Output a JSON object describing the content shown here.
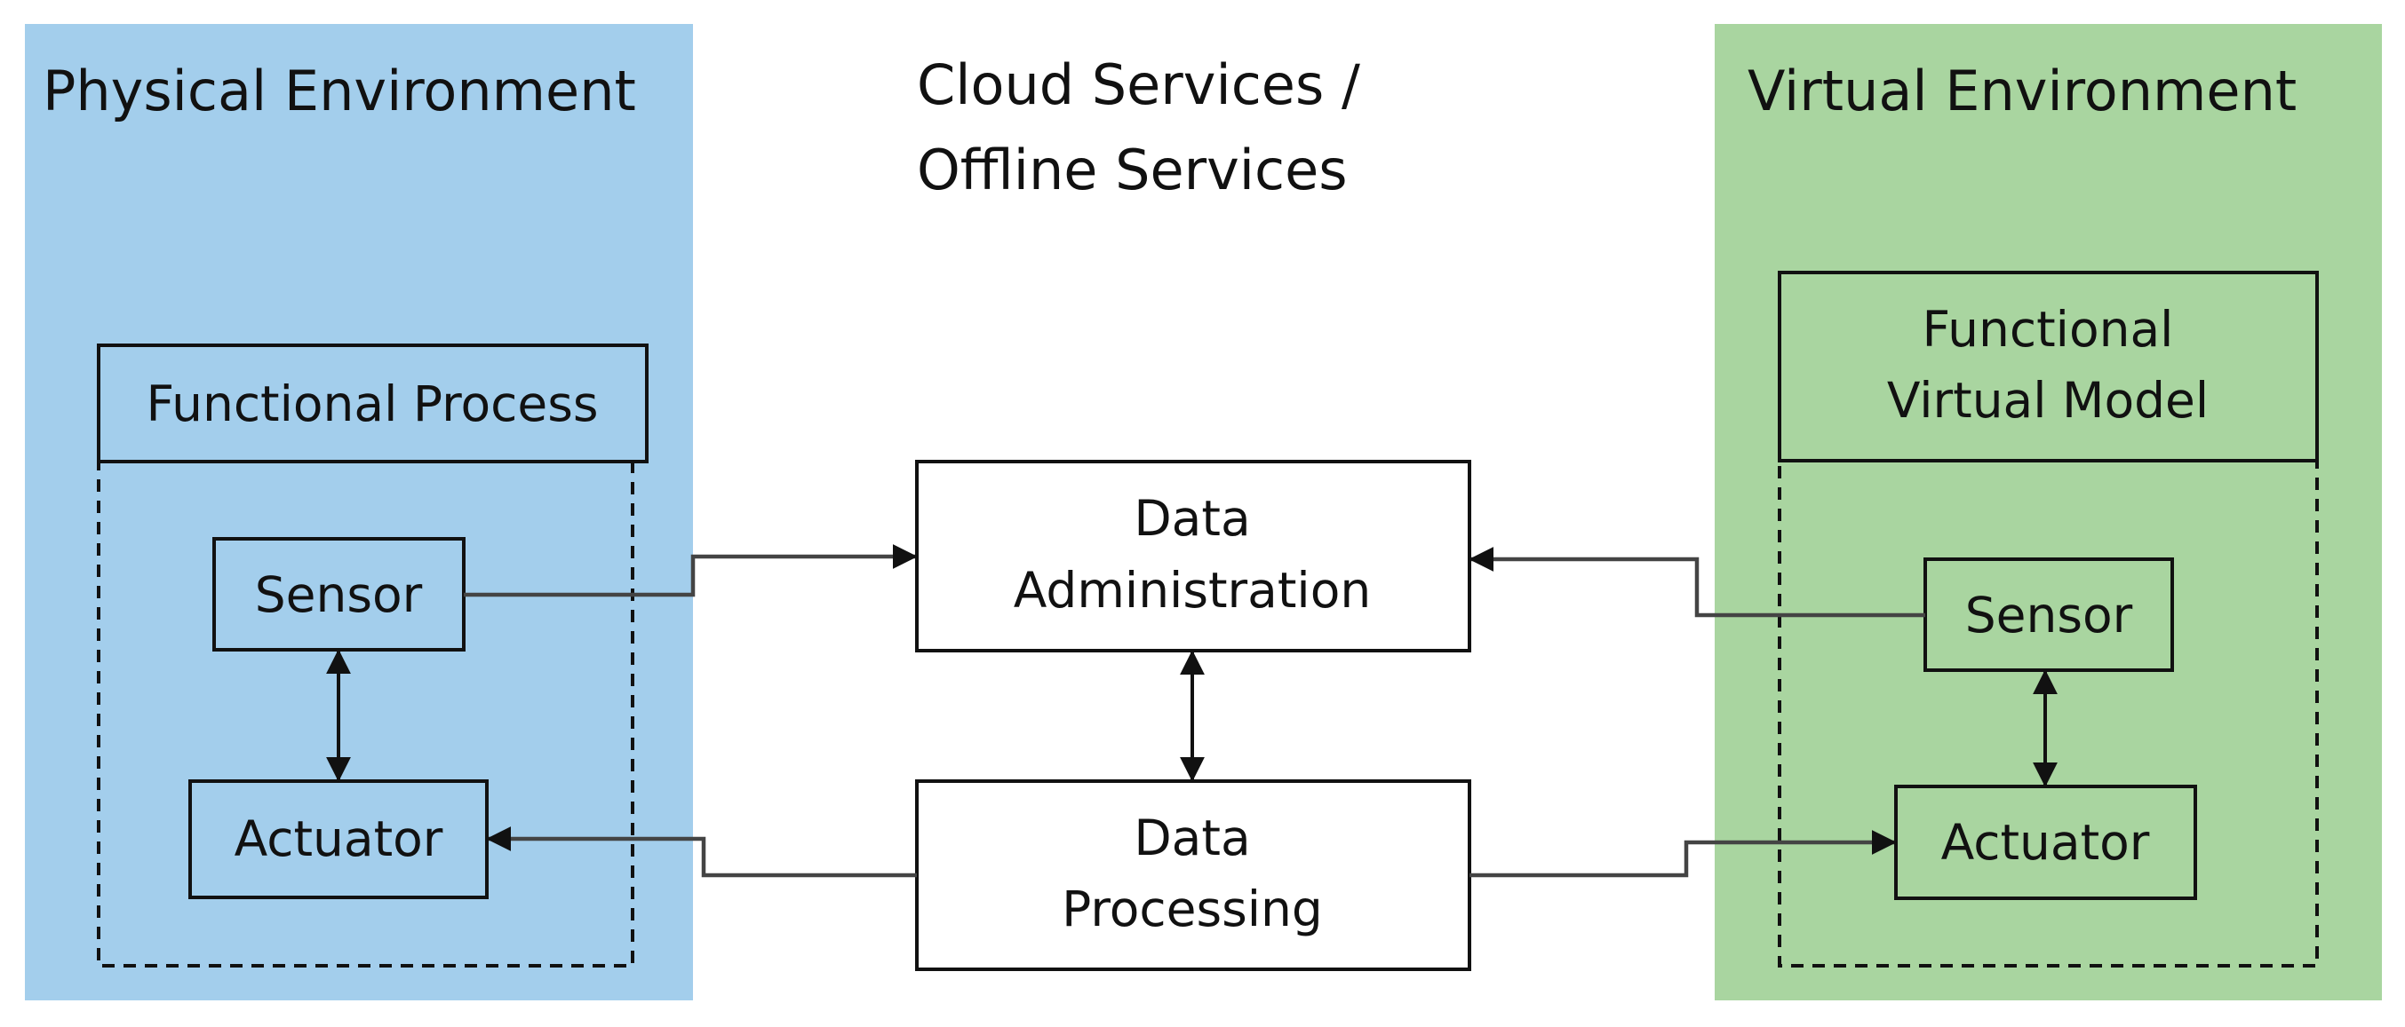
{
  "colors": {
    "physical_panel": "#A3CEEC",
    "virtual_panel": "#A9D5A0",
    "box_stroke": "#111111",
    "center_box_fill": "#FFFFFF"
  },
  "physical": {
    "title": "Physical Environment",
    "process_label": "Functional Process",
    "sensor_label": "Sensor",
    "actuator_label": "Actuator"
  },
  "cloud": {
    "title_line1": "Cloud Services /",
    "title_line2": "Offline Services",
    "admin_line1": "Data",
    "admin_line2": "Administration",
    "processing_line1": "Data",
    "processing_line2": "Processing"
  },
  "virtual": {
    "title": "Virtual Environment",
    "model_line1": "Functional",
    "model_line2": "Virtual Model",
    "sensor_label": "Sensor",
    "actuator_label": "Actuator"
  },
  "connections": [
    {
      "from": "physical.sensor",
      "to": "cloud.data-administration",
      "direction": "to"
    },
    {
      "from": "virtual.sensor",
      "to": "cloud.data-administration",
      "direction": "to"
    },
    {
      "from": "cloud.data-processing",
      "to": "physical.actuator",
      "direction": "to"
    },
    {
      "from": "cloud.data-processing",
      "to": "virtual.actuator",
      "direction": "to"
    },
    {
      "from": "cloud.data-administration",
      "to": "cloud.data-processing",
      "direction": "both"
    },
    {
      "from": "physical.sensor",
      "to": "physical.actuator",
      "direction": "both"
    },
    {
      "from": "virtual.sensor",
      "to": "virtual.actuator",
      "direction": "both"
    }
  ]
}
